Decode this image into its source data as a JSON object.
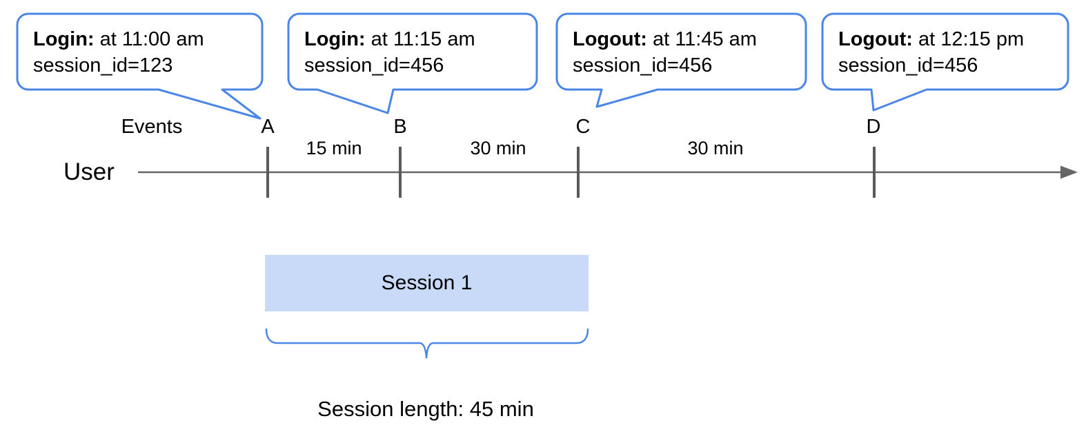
{
  "bubbles": [
    {
      "label": "Login:",
      "time": " at 11:00 am",
      "session_id": "session_id=123"
    },
    {
      "label": "Login:",
      "time": " at 11:15 am",
      "session_id": "session_id=456"
    },
    {
      "label": "Logout:",
      "time": " at 11:45 am",
      "session_id": "session_id=456"
    },
    {
      "label": "Logout:",
      "time": " at 12:15 pm",
      "session_id": "session_id=456"
    }
  ],
  "timeline": {
    "events_label": "Events",
    "user_label": "User",
    "markers": [
      "A",
      "B",
      "C",
      "D"
    ],
    "intervals": [
      "15 min",
      "30 min",
      "30 min"
    ]
  },
  "session": {
    "box_label": "Session 1",
    "length_label": "Session length: 45 min"
  },
  "colors": {
    "accent_blue": "#4a86e8",
    "session_fill": "#c9daf8",
    "line_gray": "#666666",
    "tick_gray": "#595959"
  }
}
